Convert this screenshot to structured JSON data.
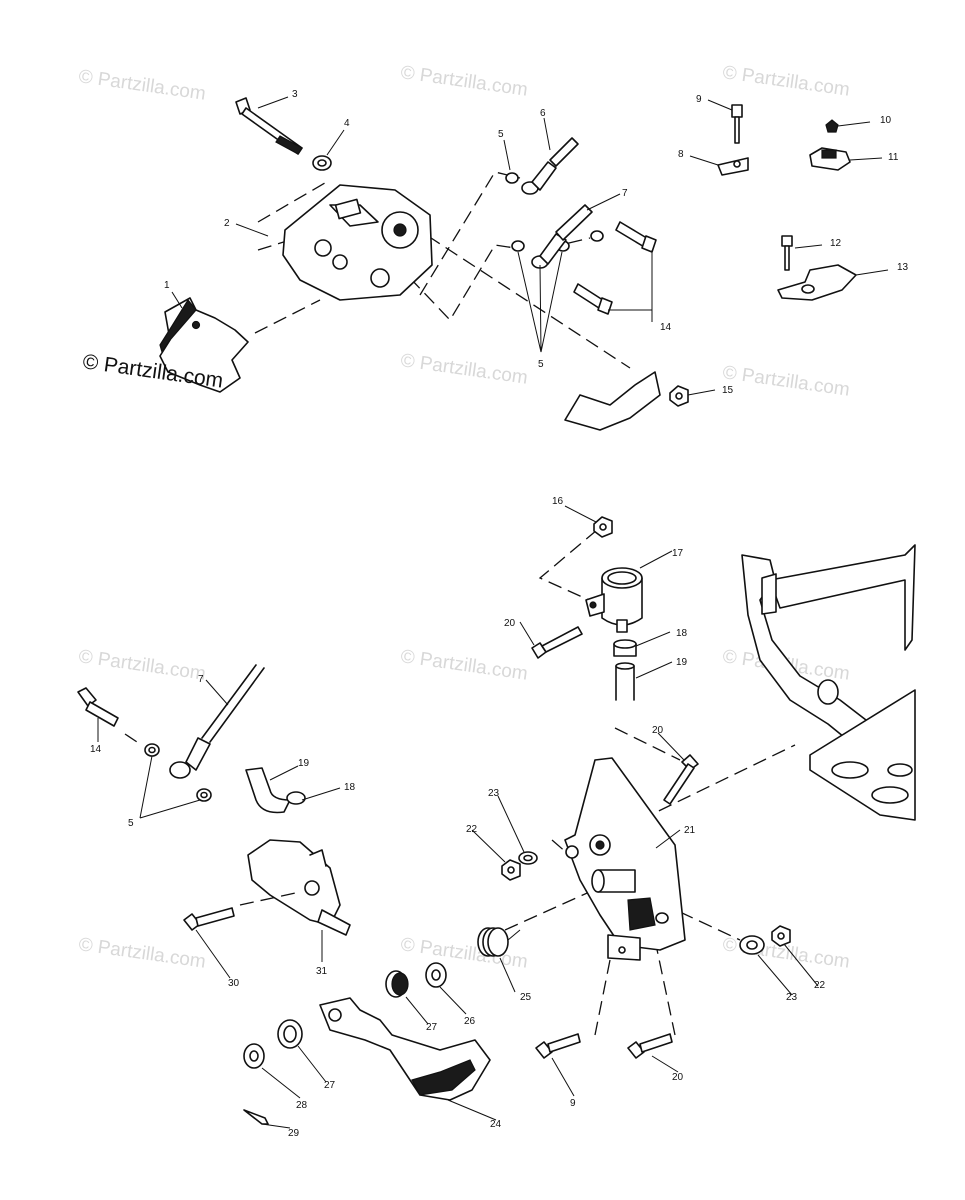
{
  "watermark": {
    "text": "© Partzilla.com",
    "copyright_symbol": "©",
    "brand": "Partzilla.com"
  },
  "callouts": [
    {
      "id": "c1",
      "label": "1"
    },
    {
      "id": "c2",
      "label": "2"
    },
    {
      "id": "c3",
      "label": "3"
    },
    {
      "id": "c4",
      "label": "4"
    },
    {
      "id": "c5a",
      "label": "5"
    },
    {
      "id": "c5b",
      "label": "5"
    },
    {
      "id": "c5c",
      "label": "5"
    },
    {
      "id": "c6",
      "label": "6"
    },
    {
      "id": "c7a",
      "label": "7"
    },
    {
      "id": "c7b",
      "label": "7"
    },
    {
      "id": "c8",
      "label": "8"
    },
    {
      "id": "c9a",
      "label": "9"
    },
    {
      "id": "c9b",
      "label": "9"
    },
    {
      "id": "c10",
      "label": "10"
    },
    {
      "id": "c11",
      "label": "11"
    },
    {
      "id": "c12",
      "label": "12"
    },
    {
      "id": "c13",
      "label": "13"
    },
    {
      "id": "c14a",
      "label": "14"
    },
    {
      "id": "c14b",
      "label": "14"
    },
    {
      "id": "c15",
      "label": "15"
    },
    {
      "id": "c16",
      "label": "16"
    },
    {
      "id": "c17",
      "label": "17"
    },
    {
      "id": "c18a",
      "label": "18"
    },
    {
      "id": "c18b",
      "label": "18"
    },
    {
      "id": "c19a",
      "label": "19"
    },
    {
      "id": "c19b",
      "label": "19"
    },
    {
      "id": "c20a",
      "label": "20"
    },
    {
      "id": "c20b",
      "label": "20"
    },
    {
      "id": "c20c",
      "label": "20"
    },
    {
      "id": "c21",
      "label": "21"
    },
    {
      "id": "c22a",
      "label": "22"
    },
    {
      "id": "c22b",
      "label": "22"
    },
    {
      "id": "c23a",
      "label": "23"
    },
    {
      "id": "c23b",
      "label": "23"
    },
    {
      "id": "c24",
      "label": "24"
    },
    {
      "id": "c25",
      "label": "25"
    },
    {
      "id": "c26",
      "label": "26"
    },
    {
      "id": "c27a",
      "label": "27"
    },
    {
      "id": "c27b",
      "label": "27"
    },
    {
      "id": "c28",
      "label": "28"
    },
    {
      "id": "c29",
      "label": "29"
    },
    {
      "id": "c30",
      "label": "30"
    },
    {
      "id": "c31",
      "label": "31"
    }
  ]
}
